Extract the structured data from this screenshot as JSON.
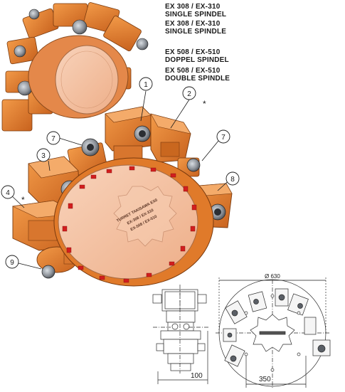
{
  "header_lines": [
    "EX 308 / EX-310",
    "SINGLE SPINDEL",
    "EX 308 / EX-310",
    "SINGLE SPINDLE",
    "EX 508 / EX-510",
    "DOPPEL SPINDEL",
    "EX 508 / EX-510",
    "DOUBLE SPINDLE"
  ],
  "callouts": [
    "1",
    "2",
    "7",
    "7",
    "3",
    "8",
    "4",
    "9"
  ],
  "asterisks": [
    "*",
    "*"
  ],
  "turret_label": [
    "TURRET TAKISAWA EX0",
    "EX-308 / EX-310",
    "EX-508 / EX-510"
  ],
  "dimensions": {
    "diameter": "Ø 630",
    "width": "350",
    "offset": "100"
  },
  "colors": {
    "body_orange": "#e07a2a",
    "body_dark": "#b45a1a",
    "turret_face": "#f4c1a2",
    "slot_red": "#d21e1e",
    "spindle_grey": "#8a8f96",
    "line": "#1a1a1a"
  }
}
